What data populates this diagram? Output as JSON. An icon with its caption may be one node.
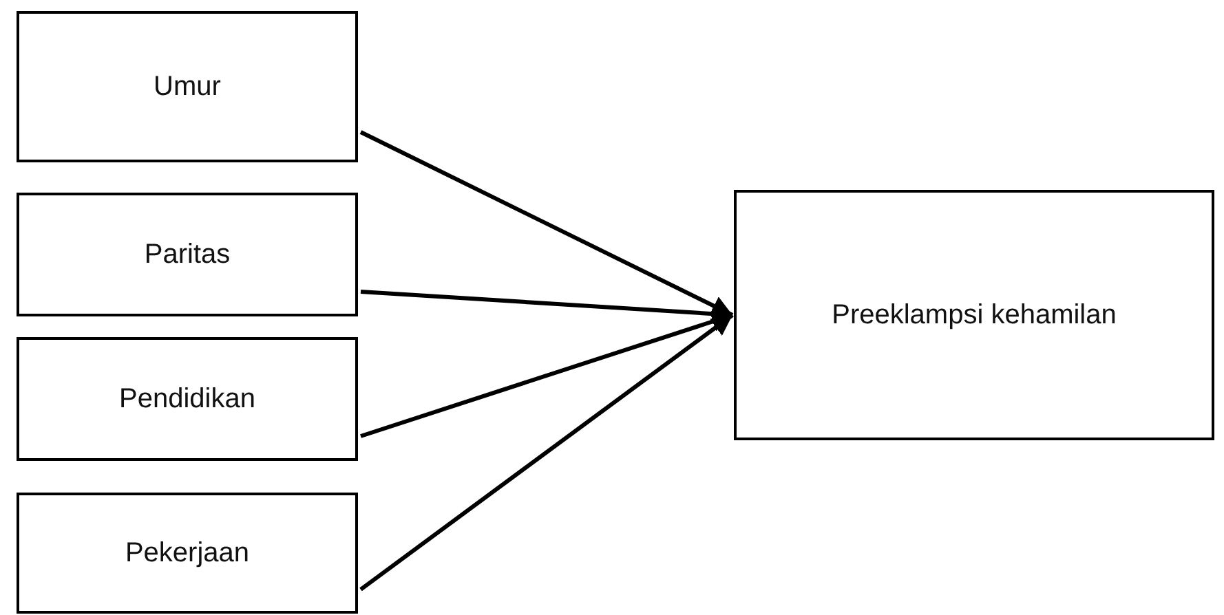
{
  "diagram": {
    "nodes": [
      {
        "text": [
          "Umur"
        ]
      },
      {
        "text": [
          "Paritas"
        ]
      },
      {
        "text": [
          "Pendidikan"
        ]
      },
      {
        "text": [
          "Pekerjaan"
        ]
      },
      {
        "text": [
          "Preeklampsi kehamilan"
        ]
      }
    ],
    "edges": [
      {
        "from": 0,
        "to": 4,
        "arrow": "to"
      },
      {
        "from": 1,
        "to": 4,
        "arrow": "to"
      },
      {
        "from": 2,
        "to": 4,
        "arrow": "to"
      },
      {
        "from": 3,
        "to": 4,
        "arrow": "to"
      }
    ]
  }
}
